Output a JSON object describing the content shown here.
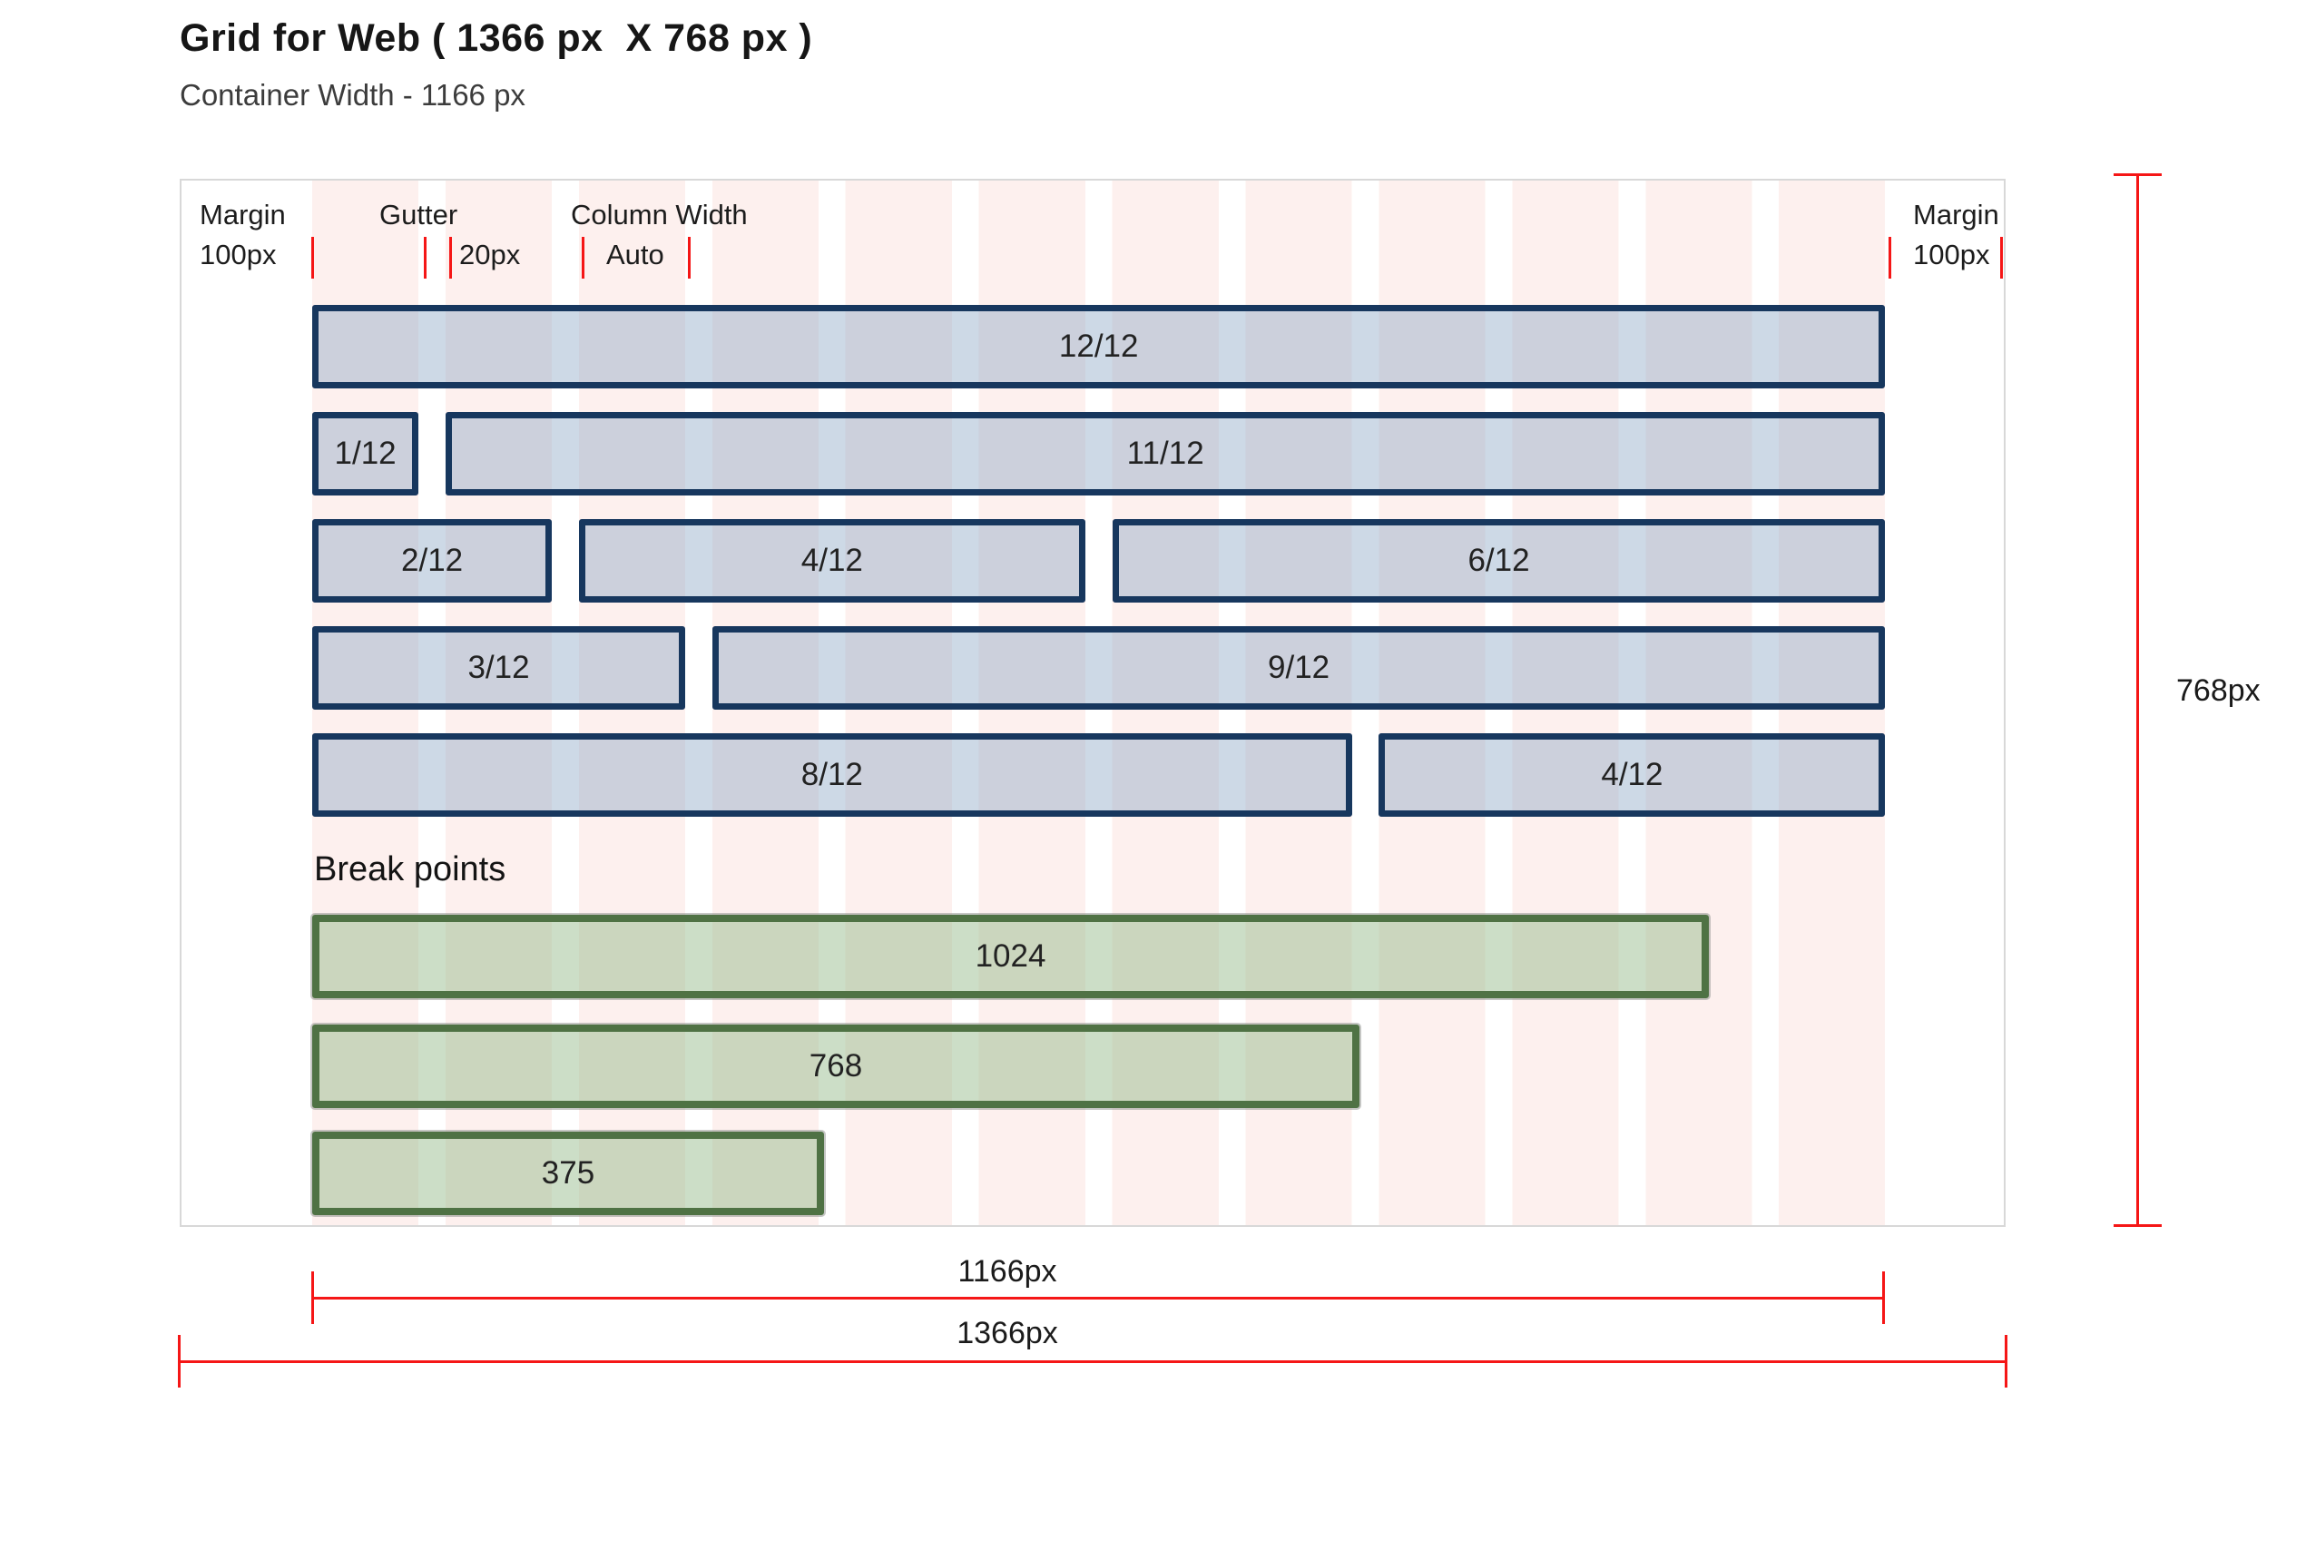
{
  "page": {
    "title": "Grid for Web ( 1366 px  X 768 px )",
    "subtitle": "Container Width - 1166 px"
  },
  "grid": {
    "columns": 12,
    "annotations": {
      "margin_left": {
        "label": "Margin",
        "value": "100px"
      },
      "gutter": {
        "label": "Gutter",
        "value": "20px"
      },
      "column_width": {
        "label": "Column Width",
        "value": "Auto"
      },
      "margin_right": {
        "label": "Margin",
        "value": "100px"
      }
    },
    "rows": [
      {
        "bars": [
          {
            "span": 12,
            "label": "12/12"
          }
        ]
      },
      {
        "bars": [
          {
            "span": 1,
            "label": "1/12"
          },
          {
            "span": 11,
            "label": "11/12"
          }
        ]
      },
      {
        "bars": [
          {
            "span": 2,
            "label": "2/12"
          },
          {
            "span": 4,
            "label": "4/12"
          },
          {
            "span": 6,
            "label": "6/12"
          }
        ]
      },
      {
        "bars": [
          {
            "span": 3,
            "label": "3/12"
          },
          {
            "span": 9,
            "label": "9/12"
          }
        ]
      },
      {
        "bars": [
          {
            "span": 8,
            "label": "8/12"
          },
          {
            "span": 4,
            "label": "4/12"
          }
        ]
      }
    ],
    "breakpoints": {
      "heading": "Break points",
      "items": [
        {
          "value": 1024,
          "label": "1024"
        },
        {
          "value": 768,
          "label": "768"
        },
        {
          "value": 375,
          "label": "375"
        }
      ]
    }
  },
  "dimensions": {
    "screen_height": {
      "label": "768px"
    },
    "container_width": {
      "label": "1166px"
    },
    "screen_width": {
      "label": "1366px"
    }
  },
  "colors": {
    "column_stripe": "#fdf0ee",
    "bar_border": "#17375e",
    "bar_fill": "rgba(136,164,195,0.42)",
    "breakpoint_border": "#4f7244",
    "breakpoint_fill": "rgba(143,181,131,0.45)",
    "dimension_red": "#f51616",
    "frame_border": "#d8d8d8"
  }
}
